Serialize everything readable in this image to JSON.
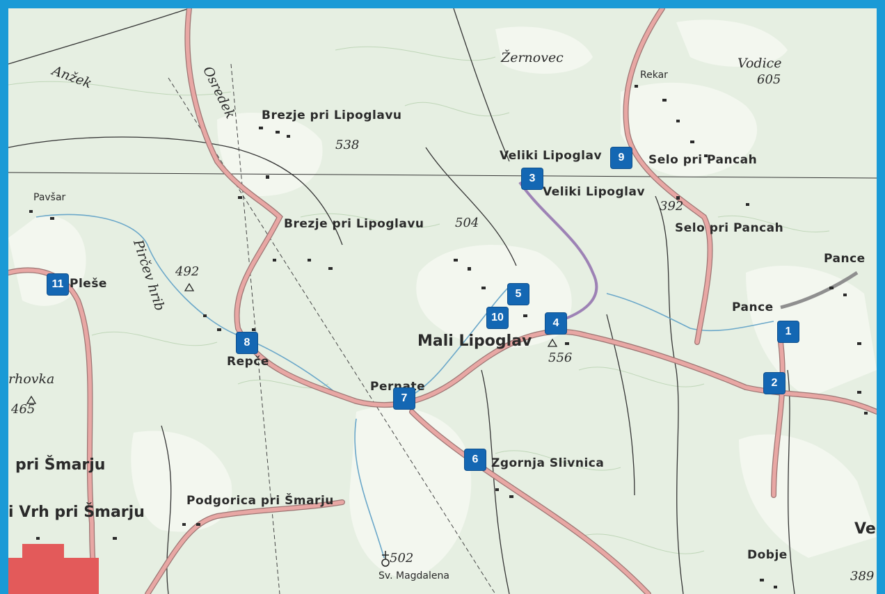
{
  "map": {
    "labels": {
      "anzek": "Anžek",
      "osredek": "Osredek",
      "brezje1": "Brezje pri Lipoglavu",
      "brezje2": "Brezje pri Lipoglavu",
      "elev538": "538",
      "zernovec": "Žernovec",
      "rekar": "Rekar",
      "vodice": "Vodice",
      "elev605": "605",
      "veliki1": "Veliki Lipoglav",
      "veliki2": "Veliki Lipoglav",
      "selo1": "Selo pri Pancah",
      "selo2": "Selo pri Pancah",
      "elev392": "392",
      "pance1": "Pance",
      "pance2": "Pance",
      "elev504": "504",
      "pavsar": "Pavšar",
      "plese": "Pleše",
      "pircev": "Pirčev hrib",
      "elev492": "492",
      "mali": "Mali Lipoglav",
      "elev556": "556",
      "repce": "Repče",
      "pernate": "Pernate",
      "zgornja": "Zgornja Slivnica",
      "rhovka": "rhovka",
      "elev465": "465",
      "prismarju": "pri Šmarju",
      "vrh": "i Vrh pri Šmarju",
      "podgorica": "Podgorica pri Šmarju",
      "elev502": "502",
      "magdalena": "Sv. Magdalena",
      "dobje": "Dobje",
      "elev389": "389",
      "vel": "Vel"
    },
    "markers": [
      "1",
      "2",
      "3",
      "4",
      "5",
      "6",
      "7",
      "8",
      "9",
      "10",
      "11"
    ]
  },
  "colors": {
    "frame": "#1a9ad6",
    "marker": "#1467b3",
    "road": "#dd9e9c",
    "water": "#6aa7c9",
    "forest": "#cfe2c6"
  }
}
